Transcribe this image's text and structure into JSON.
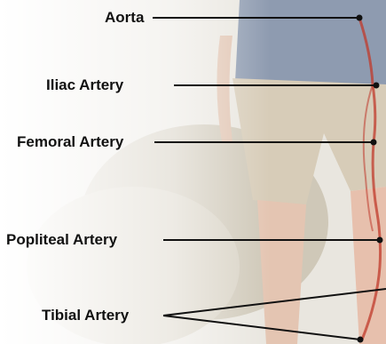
{
  "labels": {
    "aorta": "Aorta",
    "iliac": "Iliac Artery",
    "femoral": "Femoral Artery",
    "popliteal": "Popliteal Artery",
    "tibial": "Tibial Artery"
  },
  "colors": {
    "leader": "#111111",
    "artery": "#c0392b",
    "shirt": "#7f8fa6",
    "shorts": "#d4c7b2",
    "skin": "#e2b9a4",
    "grass": "#c9c2b2"
  },
  "icons": {
    "background": "photo-of-legs-with-artery-overlay"
  }
}
